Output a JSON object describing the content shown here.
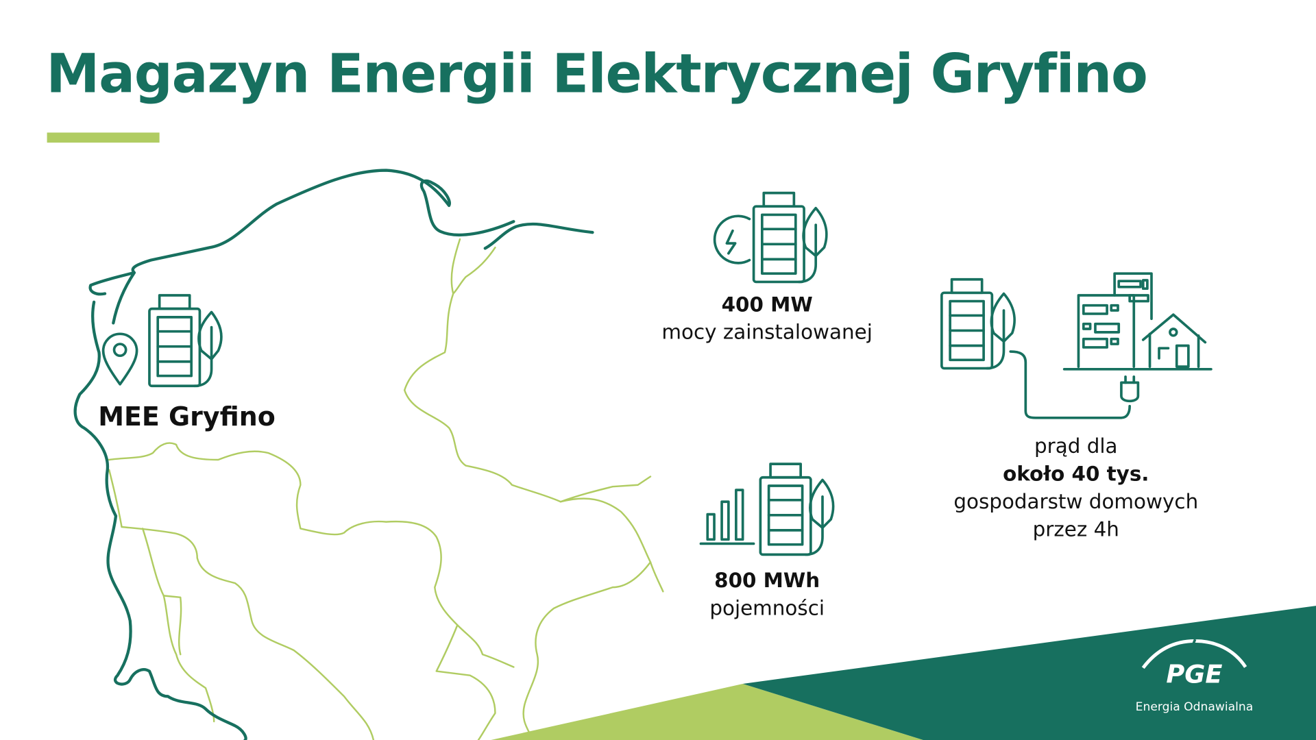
{
  "title": "Magazyn Energii Elektrycznej Gryfino",
  "location_label": "MEE Gryfino",
  "stats": [
    {
      "value": "400 MW",
      "label": "mocy zainstalowanej",
      "icon": "battery-leaf-bolt-icon"
    },
    {
      "value": "800 MWh",
      "label": "pojemności",
      "icon": "battery-leaf-bars-icon"
    }
  ],
  "households": {
    "line1": "prąd dla",
    "line2": "około 40 tys.",
    "line3": "gospodarstw domowych",
    "line4": "przez 4h",
    "icon": "battery-to-buildings-icon"
  },
  "brand": {
    "logo_text": "PGE",
    "subtitle": "Energia Odnawialna"
  },
  "colors": {
    "primary": "#17705f",
    "accent": "#b0cc62",
    "text": "#111111"
  }
}
